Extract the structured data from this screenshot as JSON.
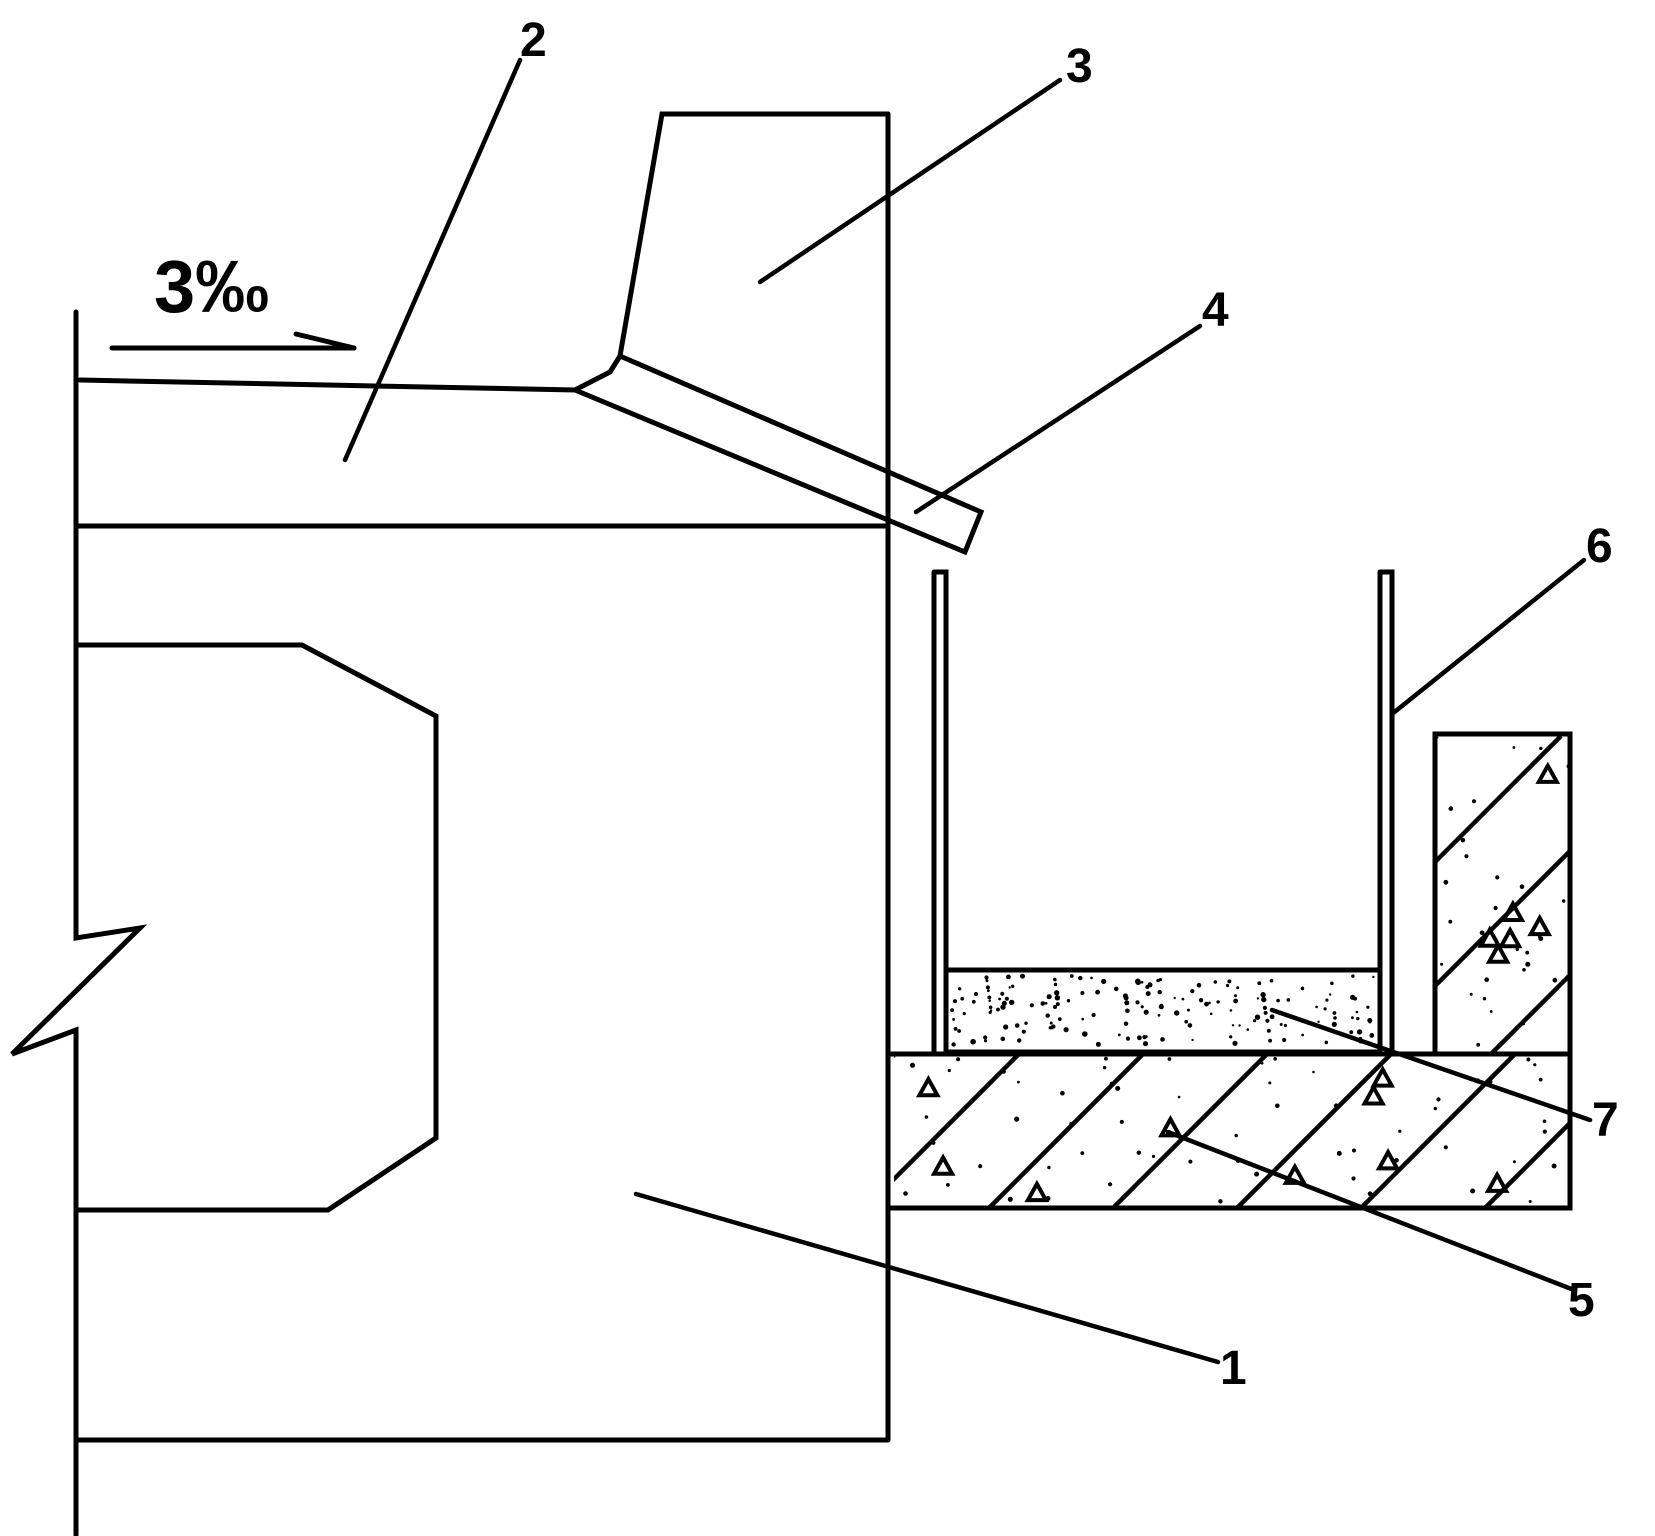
{
  "slope_label": "3‰",
  "callouts": [
    {
      "id": "1",
      "label": "1"
    },
    {
      "id": "2",
      "label": "2"
    },
    {
      "id": "3",
      "label": "3"
    },
    {
      "id": "4",
      "label": "4"
    },
    {
      "id": "5",
      "label": "5"
    },
    {
      "id": "6",
      "label": "6"
    },
    {
      "id": "7",
      "label": "7"
    }
  ]
}
